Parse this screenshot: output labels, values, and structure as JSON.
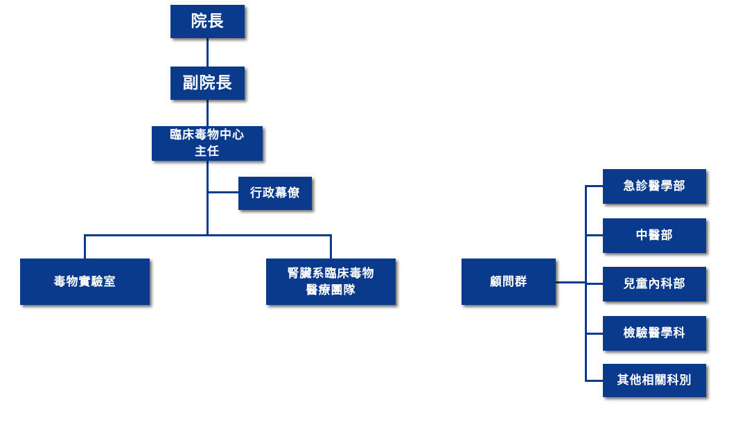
{
  "colors": {
    "box_fill": "#0a3a8c",
    "box_text": "#ffffff",
    "connector": "#0a3a8c",
    "background": "#ffffff"
  },
  "org_chart": {
    "director": "院長",
    "deputy_director": "副院長",
    "center_head": {
      "line1": "臨床毒物中心",
      "line2": "主任"
    },
    "admin_staff": "行政幕僚",
    "toxicology_lab": "毒物實驗室",
    "nephrology_team": {
      "line1": "腎臟系臨床毒物",
      "line2": "醫療團隊"
    }
  },
  "advisory": {
    "group": "顧問群",
    "members": [
      "急診醫學部",
      "中醫部",
      "兒童內科部",
      "檢驗醫學科",
      "其他相關科別"
    ]
  }
}
